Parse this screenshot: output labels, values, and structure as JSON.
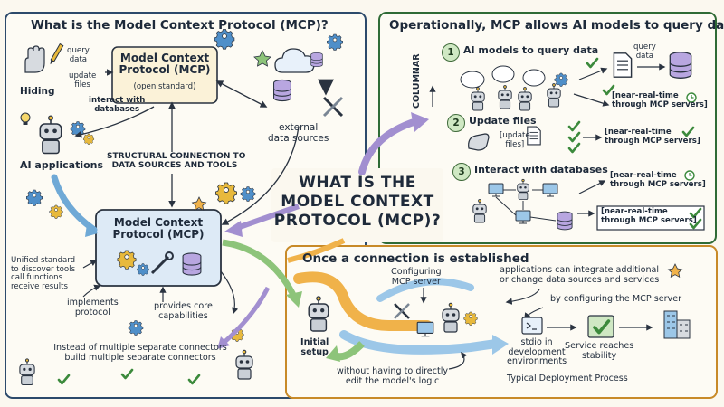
{
  "center": {
    "title_line1": "WHAT IS THE",
    "title_line2": "MODEL CONTEXT",
    "title_line3": "PROTOCOL (MCP)?"
  },
  "left_panel": {
    "heading": "What is the Model Context Protocol (MCP)?",
    "hiding_label": "Hiding",
    "query_data": "query\ndata",
    "update_files": "update\nfiles",
    "interact_with_databases": "interact with\ndatabases",
    "mcp_open_title": "Model Context\nProtocol (MCP)",
    "open_standard": "(open standard)",
    "ai_applications": "AI applications",
    "external_data_sources": "external\ndata sources",
    "structural_connection": "STRUCTURAL CONNECTION TO\nDATA SOURCES AND TOOLS",
    "mcp_core_title": "Model Context\nProtocol (MCP)",
    "unified_standard": "Unified standard\nto discover tools\ncall functions\nreceive results",
    "implements_protocol": "implements\nprotocol",
    "provides_core": "provides core\ncapabilities",
    "separate_connectors": "Instead of multiple separate connectors\nbuild multiple separate connectors"
  },
  "right_panel": {
    "heading": "Operationally, MCP allows AI models to query data",
    "columnar": "COLUMNAR",
    "items": [
      {
        "num": "1",
        "label": "AI models to query data"
      },
      {
        "num": "2",
        "label": "Update files"
      },
      {
        "num": "3",
        "label": "Interact with databases"
      }
    ],
    "query_data": "query\ndata",
    "update_files_tag": "[update\nfiles]",
    "near_real_time_1": "[near-real-time\nthrough MCP servers]",
    "near_real_time_2": "[near-real-time\nthrough MCP servers]",
    "near_real_time_3": "[near-real-time\nthrough MCP servers]",
    "near_real_time_4": "[near-real-time\nthrough MCP servers]"
  },
  "bottom_panel": {
    "heading": "Once a connection is established",
    "configuring": "Configuring\nMCP server",
    "applications_can": "applications can integrate additional\nor change data sources and services",
    "by_configuring": "by configuring the MCP server",
    "initial_setup": "Initial\nsetup",
    "stdio": "stdio in\ndevelopment\nenvironments",
    "service_reaches": "Service reaches\nstability",
    "without_directly": "without having to directly\nedit the model's logic",
    "typical_deployment": "Typical Deployment Process"
  },
  "colors": {
    "navy": "#1e2a3a",
    "panel_border_blue": "#2c4a6b",
    "panel_border_green": "#2f6b36",
    "panel_border_orange": "#c88a28",
    "arrow_blue": "#6fa9d6",
    "arrow_purple": "#a28fd0",
    "arrow_orange": "#f0b24a",
    "arrow_green": "#8dc47a",
    "gear_blue": "#4f8fc9",
    "gear_yellow": "#e8b93c",
    "check_green": "#3c8a3c"
  }
}
